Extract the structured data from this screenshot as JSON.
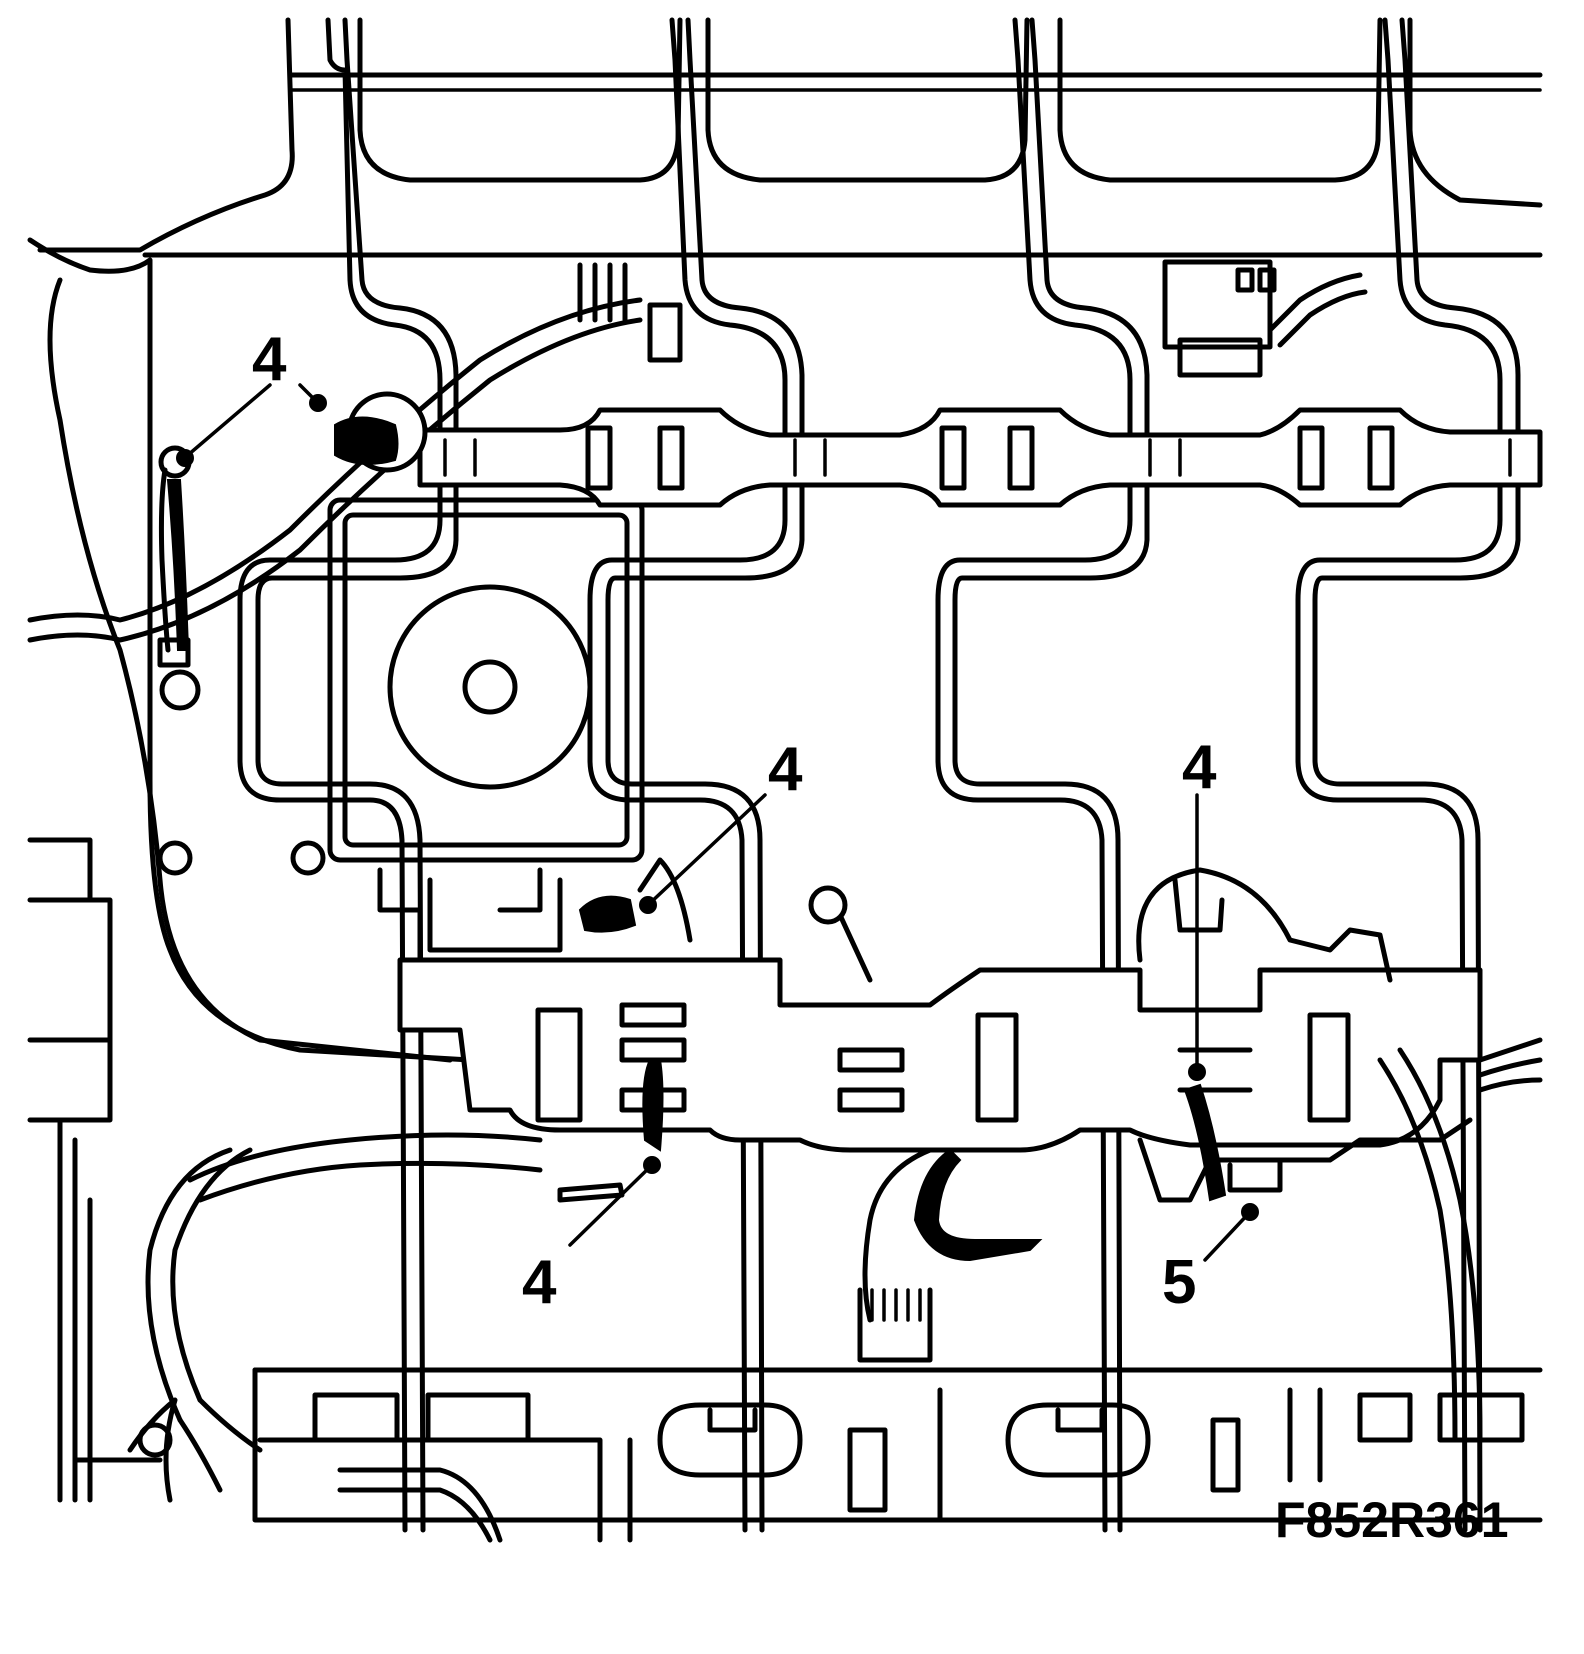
{
  "callouts": [
    {
      "label": "4"
    },
    {
      "label": "4"
    },
    {
      "label": "4"
    },
    {
      "label": "4"
    },
    {
      "label": "5"
    }
  ],
  "figure_id": "F852R361"
}
